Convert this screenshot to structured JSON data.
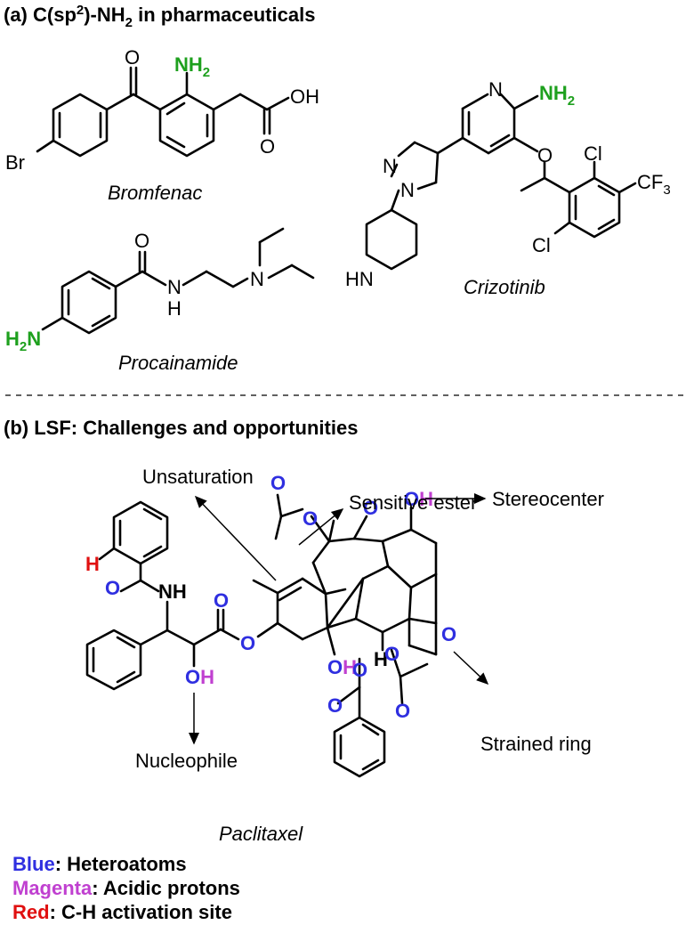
{
  "section_a": {
    "heading_prefix": "(a) C(sp",
    "heading_sup": "2",
    "heading_mid": ")-NH",
    "heading_sub": "2",
    "heading_suffix": " in pharmaceuticals"
  },
  "molecules": {
    "bromfenac": {
      "name": "Bromfenac",
      "o": "O",
      "nh2": "NH",
      "nh2_sub": "2",
      "oh": "OH",
      "o2": "O",
      "br": "Br"
    },
    "procainamide": {
      "name": "Procainamide",
      "o": "O",
      "nh": "N",
      "h": "H",
      "n": "N",
      "h2n": "H",
      "h2n_sub": "2",
      "h2n_n": "N"
    },
    "crizotinib": {
      "name": "Crizotinib",
      "n_py": "N",
      "nh2": "NH",
      "nh2_sub": "2",
      "o": "O",
      "cl1": "Cl",
      "cf3": "CF",
      "cf3_sub": "3",
      "cl2": "Cl",
      "n_pz1": "N",
      "n_pz2": "N",
      "hn": "HN"
    }
  },
  "section_b": {
    "heading": "(b) LSF: Challenges and opportunities"
  },
  "paclitaxel": {
    "name": "Paclitaxel",
    "labels": {
      "o_acetyl": "O",
      "o_ester": "O",
      "o_ketone": "O",
      "oh_top": "O",
      "oh_top_h": "H",
      "h_red": "H",
      "o_amide": "O",
      "nh": "NH",
      "o_ester2": "O",
      "o_side": "O",
      "oh_side_o": "O",
      "oh_side_h": "H",
      "oh_bot_o": "O",
      "oh_bot_h": "H",
      "h_black": "H",
      "o_bz": "O",
      "o_bz2": "O",
      "o_ac2": "O",
      "o_ac3": "O",
      "o_oxetane": "O"
    },
    "annotations": {
      "unsaturation": "Unsaturation",
      "sensitive_ester": "Sensitive ester",
      "stereocenter": "Stereocenter",
      "strained_ring": "Strained ring",
      "nucleophile": "Nucleophile"
    }
  },
  "legend": [
    {
      "key": "Blue",
      "text": ": Heteroatoms",
      "color": "#2f2fe0"
    },
    {
      "key": "Magenta",
      "text": ": Acidic protons",
      "color": "#c040d0"
    },
    {
      "key": "Red",
      "text": ": C-H activation site",
      "color": "#e01010"
    }
  ],
  "colors": {
    "heteroatom_blue": "#2f2fe0",
    "nh2_green": "#1ea01e",
    "acidic_magenta": "#c040d0",
    "ch_red": "#e01010",
    "unsaturation_orange": "#e07a10"
  }
}
